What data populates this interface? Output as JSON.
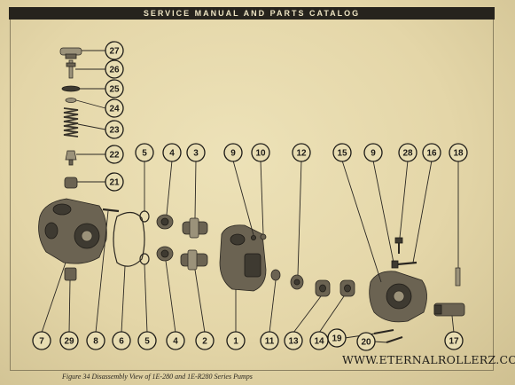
{
  "header": {
    "title": "SERVICE MANUAL AND PARTS CATALOG"
  },
  "caption": "Figure 34  Disassembly View of 1E-280 and 1E-R280 Series Pumps",
  "watermark": "WWW.ETERNALROLLERZ.COM",
  "callouts": [
    {
      "id": "c27",
      "label": "27"
    },
    {
      "id": "c26",
      "label": "26"
    },
    {
      "id": "c25",
      "label": "25"
    },
    {
      "id": "c24",
      "label": "24"
    },
    {
      "id": "c23",
      "label": "23"
    },
    {
      "id": "c22",
      "label": "22"
    },
    {
      "id": "c21",
      "label": "21"
    },
    {
      "id": "c5a",
      "label": "5"
    },
    {
      "id": "c4a",
      "label": "4"
    },
    {
      "id": "c3",
      "label": "3"
    },
    {
      "id": "c9a",
      "label": "9"
    },
    {
      "id": "c10",
      "label": "10"
    },
    {
      "id": "c12",
      "label": "12"
    },
    {
      "id": "c15",
      "label": "15"
    },
    {
      "id": "c9b",
      "label": "9"
    },
    {
      "id": "c28",
      "label": "28"
    },
    {
      "id": "c16",
      "label": "16"
    },
    {
      "id": "c18",
      "label": "18"
    },
    {
      "id": "c7",
      "label": "7"
    },
    {
      "id": "c29",
      "label": "29"
    },
    {
      "id": "c8",
      "label": "8"
    },
    {
      "id": "c6",
      "label": "6"
    },
    {
      "id": "c5b",
      "label": "5"
    },
    {
      "id": "c4b",
      "label": "4"
    },
    {
      "id": "c2",
      "label": "2"
    },
    {
      "id": "c1",
      "label": "1"
    },
    {
      "id": "c11",
      "label": "11"
    },
    {
      "id": "c13",
      "label": "13"
    },
    {
      "id": "c14",
      "label": "14"
    },
    {
      "id": "c19",
      "label": "19"
    },
    {
      "id": "c20",
      "label": "20"
    },
    {
      "id": "c17",
      "label": "17"
    }
  ]
}
